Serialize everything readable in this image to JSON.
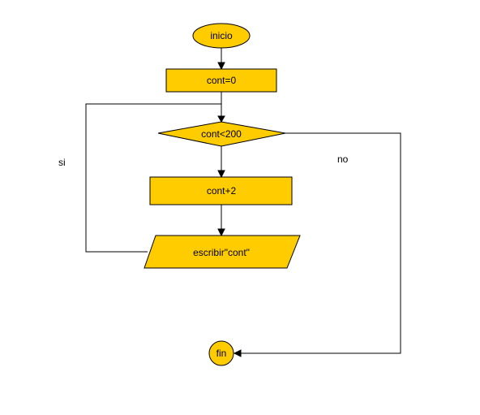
{
  "colors": {
    "node_fill": "#ffcc00",
    "stroke": "#000000",
    "background": "#ffffff"
  },
  "nodes": {
    "start": {
      "shape": "ellipse",
      "label": "inicio"
    },
    "init": {
      "shape": "rectangle",
      "label": "cont=0"
    },
    "decision": {
      "shape": "diamond",
      "label": "cont<200"
    },
    "process": {
      "shape": "rectangle",
      "label": "cont+2"
    },
    "output": {
      "shape": "parallelogram",
      "label": "escribir\"cont\""
    },
    "end": {
      "shape": "circle",
      "label": "fin"
    }
  },
  "edges": {
    "yes_label": "si",
    "no_label": "no"
  }
}
